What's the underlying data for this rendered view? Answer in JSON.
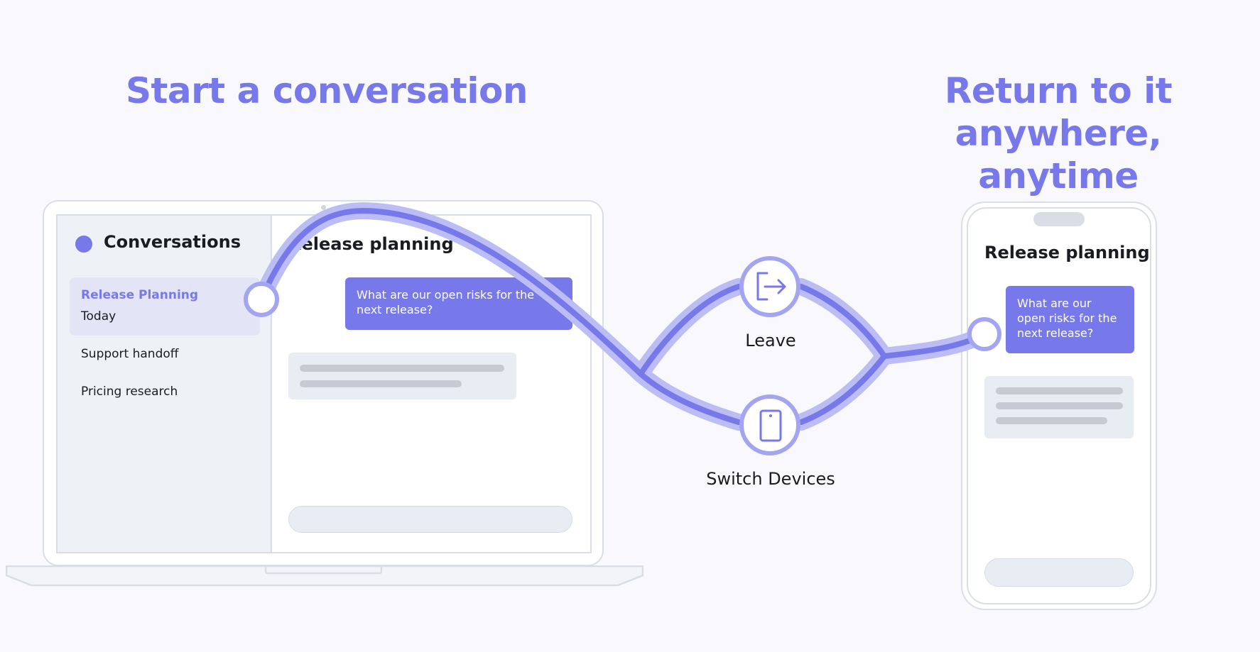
{
  "headline_left": "Start a conversation",
  "headline_right_line1": "Return to it",
  "headline_right_line2": "anywhere, anytime",
  "laptop": {
    "sidebar_title": "Conversations",
    "conversations": [
      {
        "name": "Release Planning",
        "time": "Today"
      },
      {
        "name": "Support handoff"
      },
      {
        "name": "Pricing research"
      }
    ],
    "chat_title": "Release planning",
    "message": "What are our open risks for the next release?"
  },
  "phone": {
    "chat_title": "Release planning",
    "message": "What are our open risks for the next release?"
  },
  "nodes": {
    "leave_label": "Leave",
    "leave_icon": "exit-icon",
    "switch_label": "Switch Devices",
    "switch_icon": "phone-icon"
  },
  "colors": {
    "accent": "#7779ea",
    "accent_light": "#bcbdf4",
    "background": "#f9f8fc",
    "outline": "#d9dee6"
  }
}
